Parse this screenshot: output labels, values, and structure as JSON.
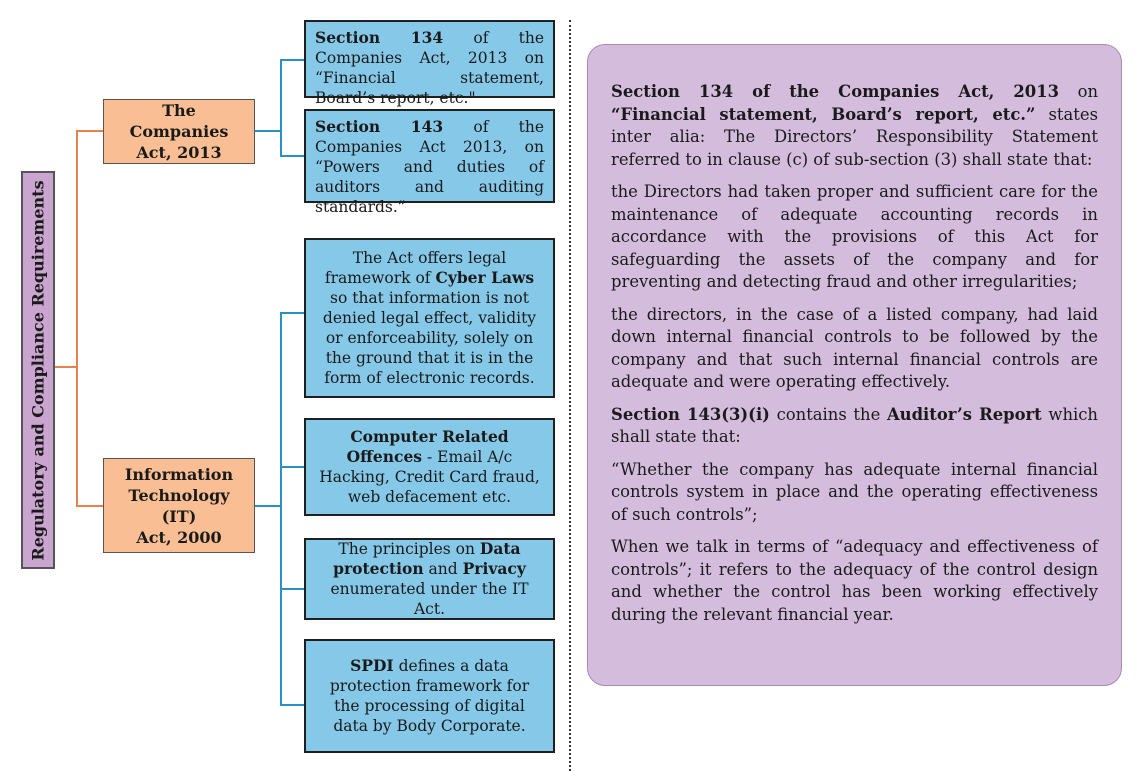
{
  "root": {
    "label": "Regulatory and Compliance Requirements"
  },
  "branches": [
    {
      "label_line1": "The Companies",
      "label_line2": "Act, 2013",
      "children": [
        {
          "bold": "Section 134",
          "text": " of the Companies Act, 2013 on “Financial statement, Board’s report, etc.\""
        },
        {
          "bold": "Section 143",
          "text": " of the Companies Act 2013, on “Powers and duties of auditors and auditing standards.”"
        }
      ]
    },
    {
      "label_line1": "Information",
      "label_line2": "Technology (IT)",
      "label_line3": "Act, 2000",
      "children": [
        {
          "pre": "The Act offers legal framework of ",
          "bold": "Cyber Laws",
          "post": " so that information is not denied legal effect, validity or enforceability, solely on the ground that it is in the form of electronic records."
        },
        {
          "bold": "Computer Related Offences",
          "post": " - Email A/c Hacking, Credit Card fraud, web defacement etc."
        },
        {
          "pre": "The principles on ",
          "bold1": "Data protection",
          "mid": " and ",
          "bold2": "Privacy",
          "post": " enumerated under the IT Act."
        },
        {
          "bold": "SPDI",
          "post": " defines a data protection framework for the processing of digital data by Body Corporate."
        }
      ]
    }
  ],
  "panel": {
    "p1_bold1": "Section 134 of the Companies Act, 2013",
    "p1_text1": " on ",
    "p1_bold2": "“Financial statement, Board’s report, etc.”",
    "p1_text2": " states inter alia: The Directors’ Responsibility Statement referred to in clause (c) of sub-section (3) shall state that:",
    "p2": "the Directors had taken proper and sufficient care for the maintenance of adequate accounting records in accordance with the provisions of this Act for safeguarding the assets of the company and for preventing and detecting fraud and other irregularities;",
    "p3": "the directors, in the case of a listed company, had laid down internal financial controls to be followed by the company and that such internal financial controls are adequate and were operating effectively.",
    "p4_bold1": "Section 143(3)(i)",
    "p4_text1": " contains the ",
    "p4_bold2": "Auditor’s Report",
    "p4_text2": " which shall state that:",
    "p5": "“Whether the company has adequate internal financial controls system in place and the operating effectiveness of such controls”;",
    "p6": "When we talk in terms of “adequacy and effectiveness of controls”; it refers to the adequacy of the control design and whether the control has been working effectively during the relevant financial year."
  }
}
